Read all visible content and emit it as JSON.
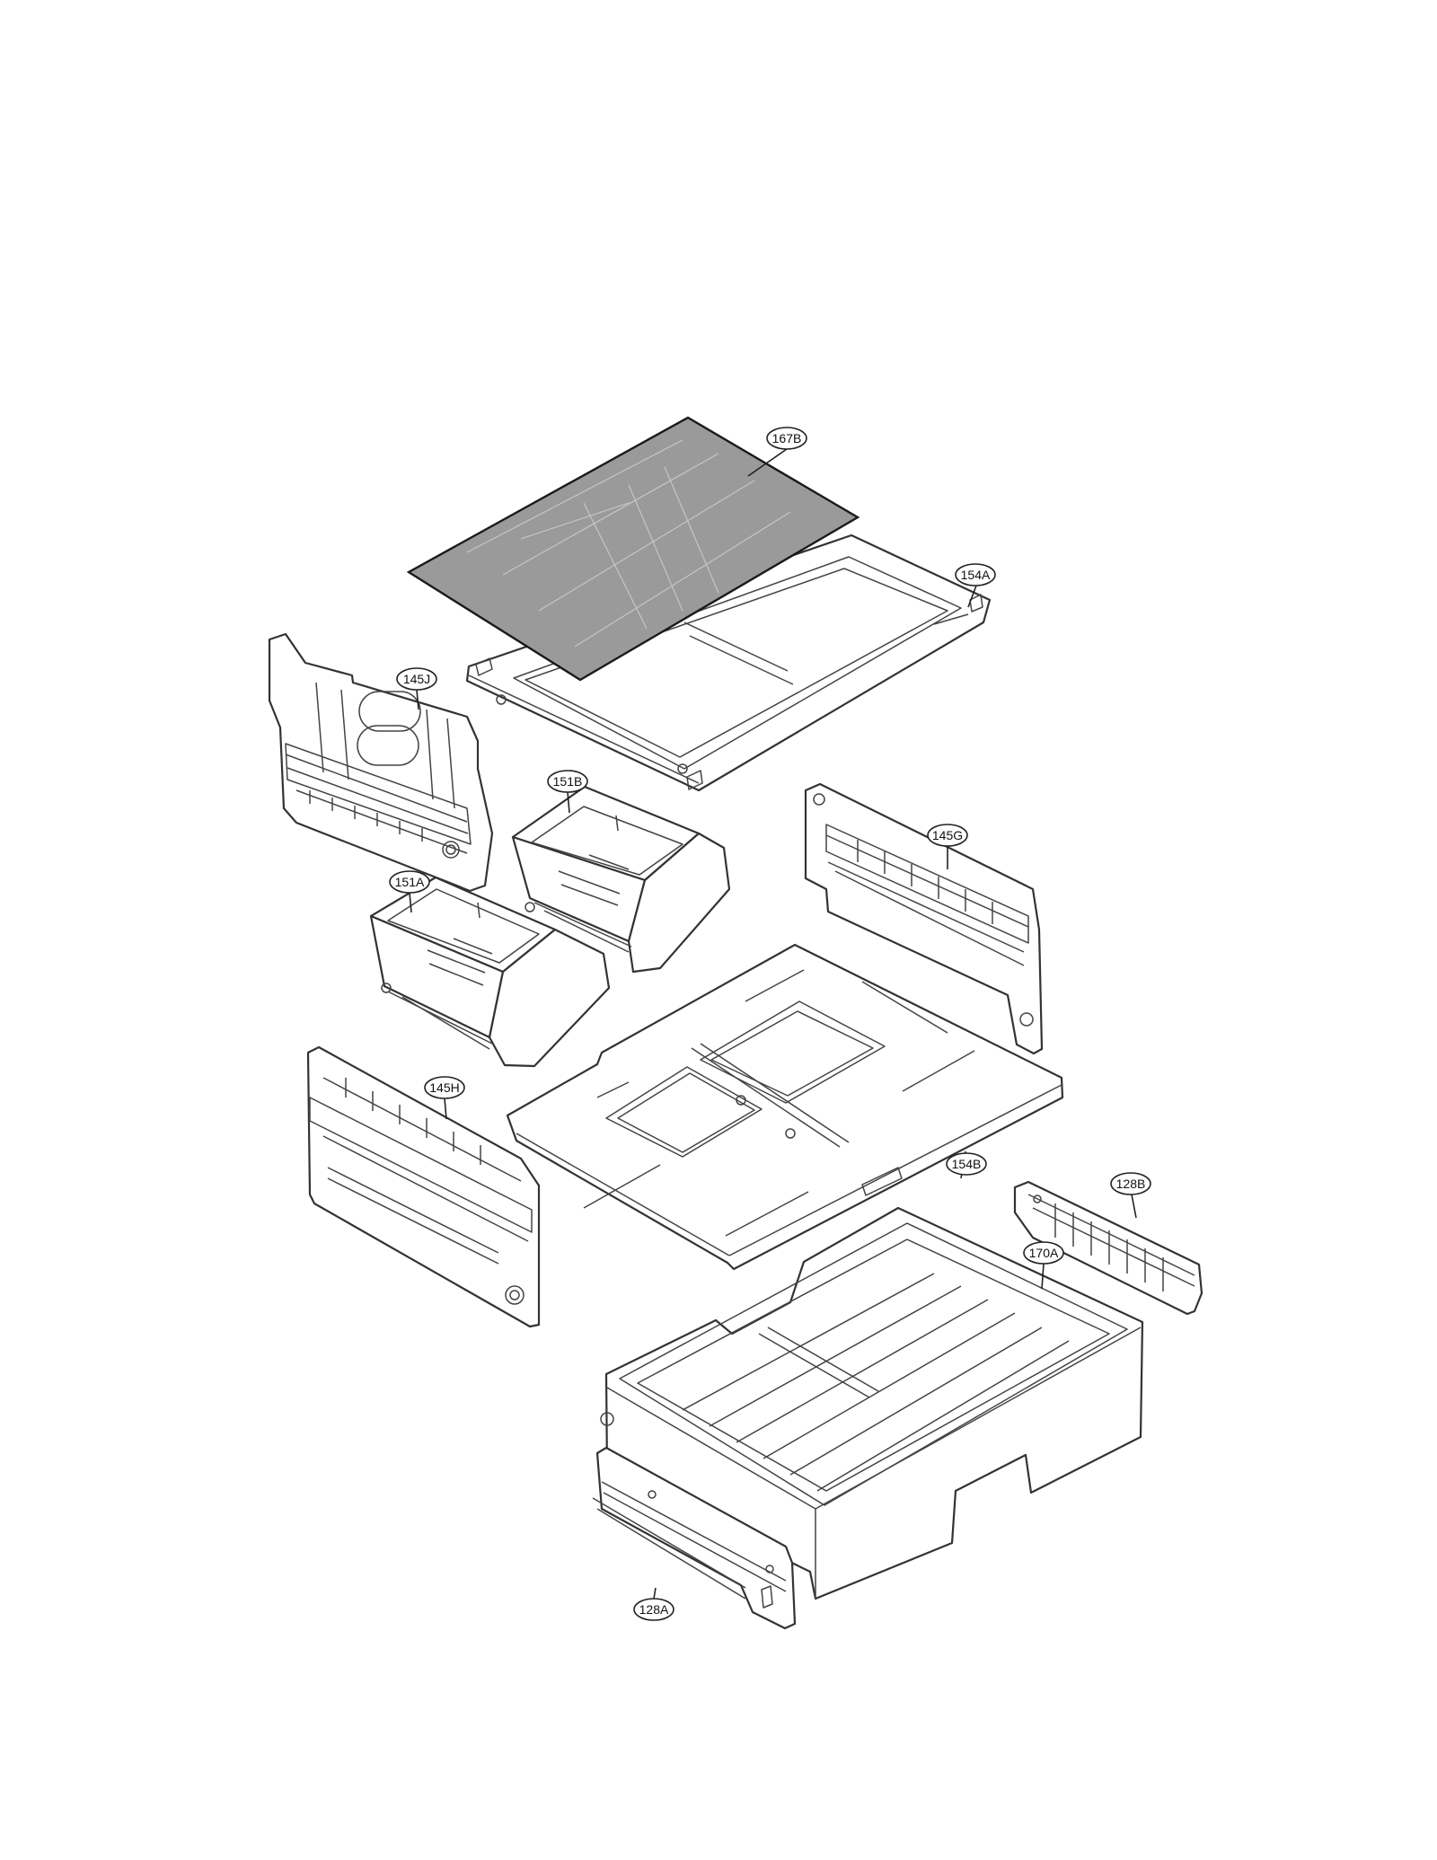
{
  "parts": [
    {
      "id": "glass-shelf",
      "label": "167B"
    },
    {
      "id": "shelf-frame",
      "label": "154A"
    },
    {
      "id": "left-upper-rail",
      "label": "145J"
    },
    {
      "id": "right-crisper",
      "label": "151B"
    },
    {
      "id": "right-upper-rail",
      "label": "145G"
    },
    {
      "id": "left-crisper",
      "label": "151A"
    },
    {
      "id": "left-lower-rail",
      "label": "145H"
    },
    {
      "id": "crisper-cover",
      "label": "154B"
    },
    {
      "id": "right-slide-rail",
      "label": "128B"
    },
    {
      "id": "pantry-drawer",
      "label": "170A"
    },
    {
      "id": "left-slide-rail",
      "label": "128A"
    }
  ]
}
